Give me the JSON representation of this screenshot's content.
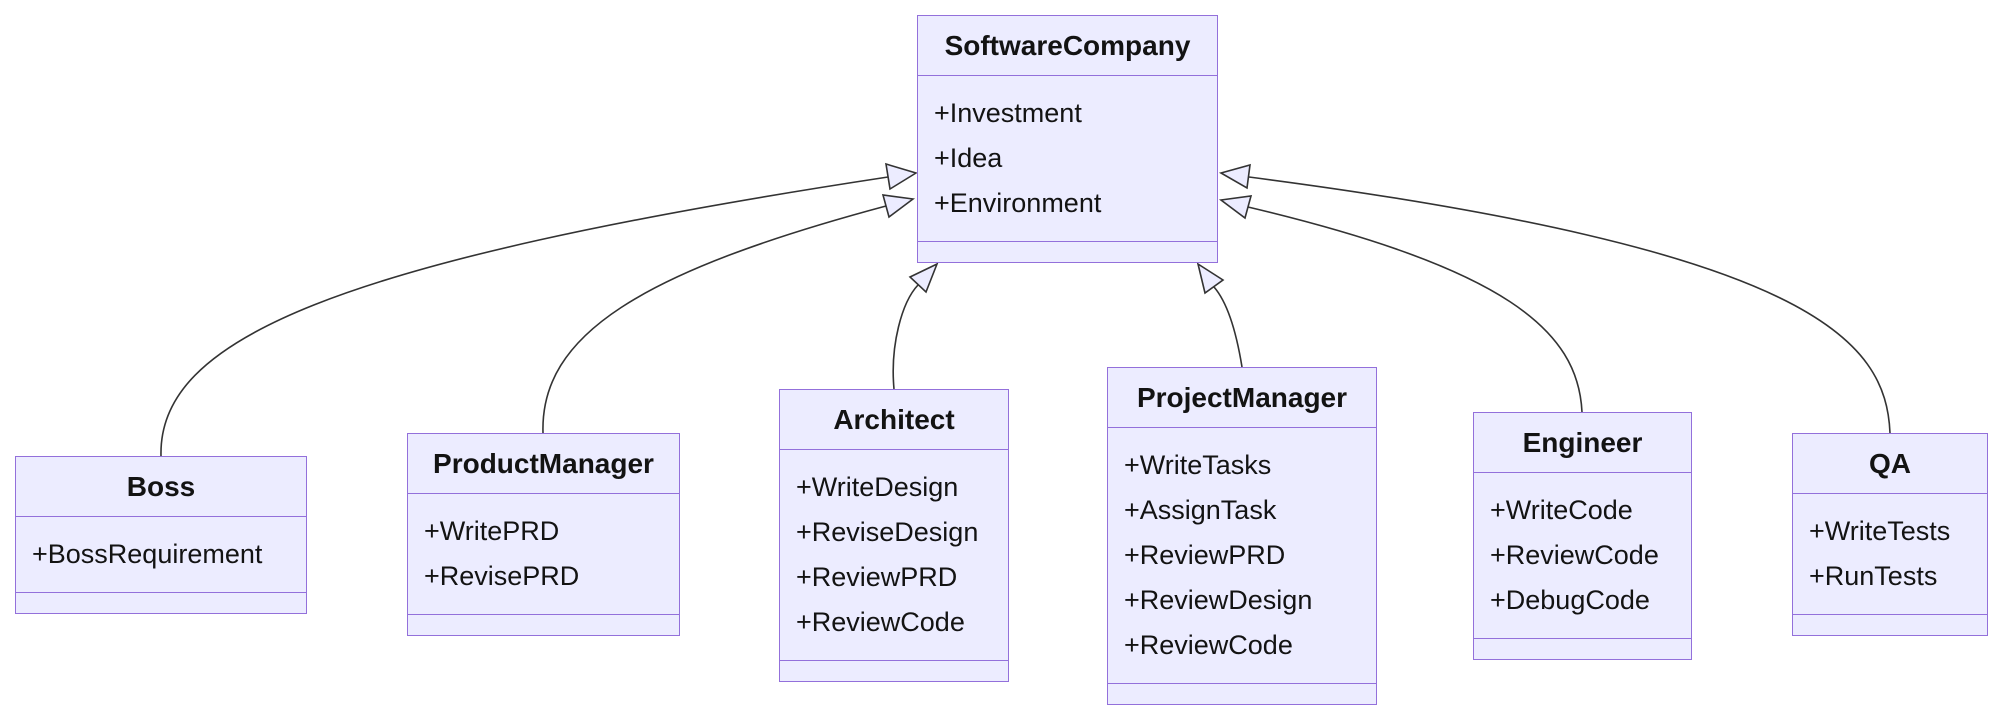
{
  "diagram": {
    "type": "uml-class-diagram",
    "colors": {
      "node_fill": "#ECECFF",
      "node_border": "#9370DB",
      "line": "#333333",
      "text": "#131313",
      "canvas_bg": "#FFFFFF"
    },
    "classes": [
      {
        "name": "SoftwareCompany",
        "members": [
          "+Investment",
          "+Idea",
          "+Environment"
        ],
        "methods": []
      },
      {
        "name": "Boss",
        "members": [
          "+BossRequirement"
        ],
        "methods": []
      },
      {
        "name": "ProductManager",
        "members": [
          "+WritePRD",
          "+RevisePRD"
        ],
        "methods": []
      },
      {
        "name": "Architect",
        "members": [
          "+WriteDesign",
          "+ReviseDesign",
          "+ReviewPRD",
          "+ReviewCode"
        ],
        "methods": []
      },
      {
        "name": "ProjectManager",
        "members": [
          "+WriteTasks",
          "+AssignTask",
          "+ReviewPRD",
          "+ReviewDesign",
          "+ReviewCode"
        ],
        "methods": []
      },
      {
        "name": "Engineer",
        "members": [
          "+WriteCode",
          "+ReviewCode",
          "+DebugCode"
        ],
        "methods": []
      },
      {
        "name": "QA",
        "members": [
          "+WriteTests",
          "+RunTests"
        ],
        "methods": []
      }
    ],
    "relations": [
      {
        "from": "Boss",
        "to": "SoftwareCompany",
        "type": "inheritance"
      },
      {
        "from": "ProductManager",
        "to": "SoftwareCompany",
        "type": "inheritance"
      },
      {
        "from": "Architect",
        "to": "SoftwareCompany",
        "type": "inheritance"
      },
      {
        "from": "ProjectManager",
        "to": "SoftwareCompany",
        "type": "inheritance"
      },
      {
        "from": "Engineer",
        "to": "SoftwareCompany",
        "type": "inheritance"
      },
      {
        "from": "QA",
        "to": "SoftwareCompany",
        "type": "inheritance"
      }
    ]
  }
}
